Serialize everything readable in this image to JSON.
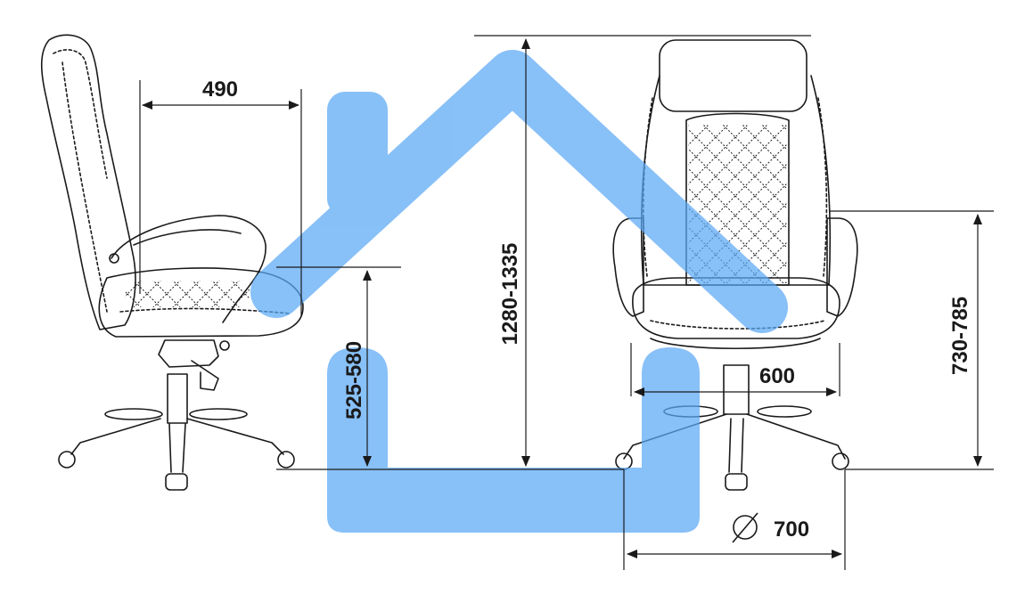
{
  "dimensions": {
    "depth": "490",
    "seat_height": "525-580",
    "total_height": "1280-1335",
    "width": "600",
    "armrest_height": "730-785",
    "base_diameter_symbol": "∅",
    "base_diameter": "700"
  },
  "colors": {
    "line": "#1a1a1a",
    "watermark": "#5aa8f5"
  },
  "icons": {
    "watermark": "house-icon",
    "diameter": "diameter-icon"
  }
}
